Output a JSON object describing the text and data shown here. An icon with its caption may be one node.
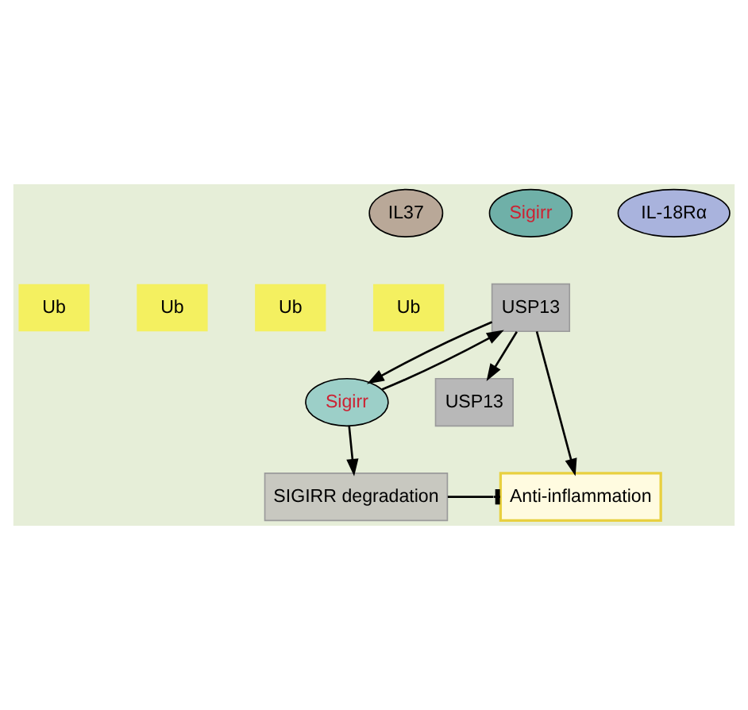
{
  "diagram": {
    "nodes": [
      {
        "text": [
          "IL37"
        ]
      },
      {
        "text": [
          "Sigirr"
        ]
      },
      {
        "text": [
          "IL-18Rα"
        ]
      },
      {
        "text": [
          "USP13"
        ]
      },
      {
        "text": [
          "USP13"
        ]
      },
      {
        "text": [
          "Sigirr"
        ]
      },
      {
        "text": [
          "Anti-inflammation"
        ]
      },
      {
        "text": [
          "SIGIRR degradation"
        ]
      }
    ],
    "edges": [
      {
        "from": 3,
        "to": 5,
        "arrow": "to"
      },
      {
        "from": 5,
        "to": 3,
        "arrow": "to"
      },
      {
        "from": 3,
        "to": 4,
        "arrow": "to"
      },
      {
        "from": 3,
        "to": 6,
        "arrow": "to"
      },
      {
        "from": 5,
        "to": 7,
        "arrow": "to"
      },
      {
        "from": 7,
        "to": 6,
        "arrow": "other"
      }
    ],
    "labels": [
      "Ub",
      "Ub",
      "Ub",
      "Ub"
    ]
  }
}
